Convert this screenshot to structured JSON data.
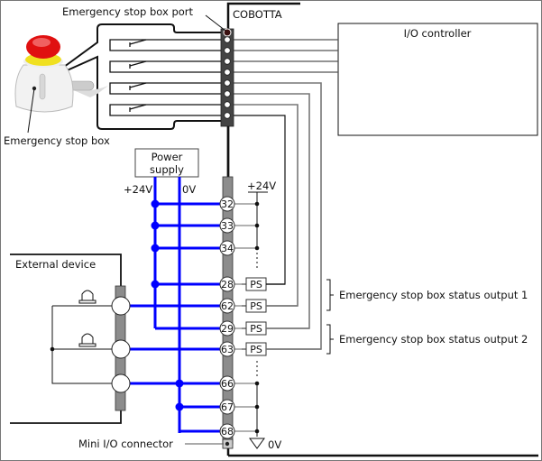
{
  "labels": {
    "estop_port": "Emergency stop box port",
    "cobotta": "COBOTTA",
    "io_controller": "I/O controller",
    "estop_box": "Emergency stop box",
    "power_supply_line1": "Power",
    "power_supply_line2": "supply",
    "ps_plus": "+24V",
    "ps_zero": "0V",
    "rail_plus": "+24V",
    "rail_zero": "0V",
    "external_device": "External device",
    "mini_io": "Mini I/O connector",
    "status_output_1": "Emergency stop box status output 1",
    "status_output_2": "Emergency stop box status output 2"
  },
  "pins": [
    "32",
    "33",
    "34",
    "28",
    "62",
    "29",
    "63",
    "66",
    "67",
    "68"
  ],
  "ps_label": "PS",
  "colors": {
    "wire_power": "#0000ff",
    "connector_dark": "#444444",
    "connector_gray": "#8c8c8c",
    "estop_red": "#e01010",
    "estop_yellow": "#f0e020"
  }
}
